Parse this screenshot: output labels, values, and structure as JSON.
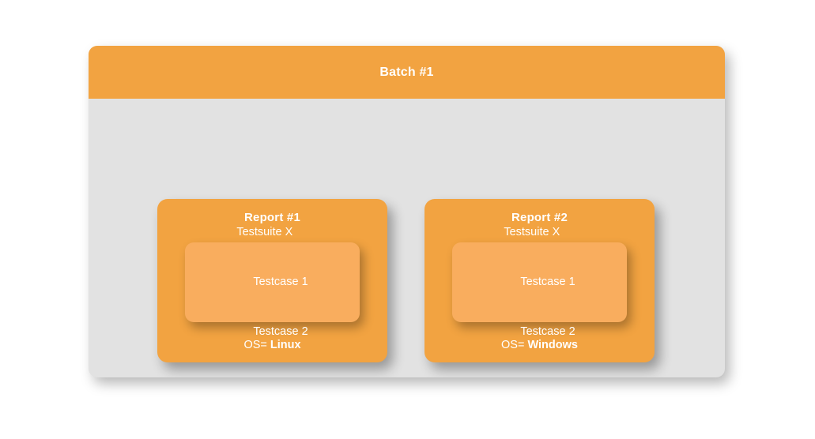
{
  "colors": {
    "background": "#ffffff",
    "container_gray": "#e2e2e2",
    "orange": "#f2a341",
    "orange_light": "#f9ad5e",
    "text_white": "#ffffff"
  },
  "batch": {
    "title": "Batch #1",
    "reports": [
      {
        "title": "Report #1",
        "testsuite": {
          "name": "Testsuite X",
          "testcases": [
            "Testcase 1",
            "Testcase 2"
          ]
        },
        "os_label": "OS=",
        "os_value": "Linux"
      },
      {
        "title": "Report #2",
        "testsuite": {
          "name": "Testsuite X",
          "testcases": [
            "Testcase 1",
            "Testcase 2"
          ]
        },
        "os_label": "OS=",
        "os_value": "Windows"
      }
    ]
  }
}
